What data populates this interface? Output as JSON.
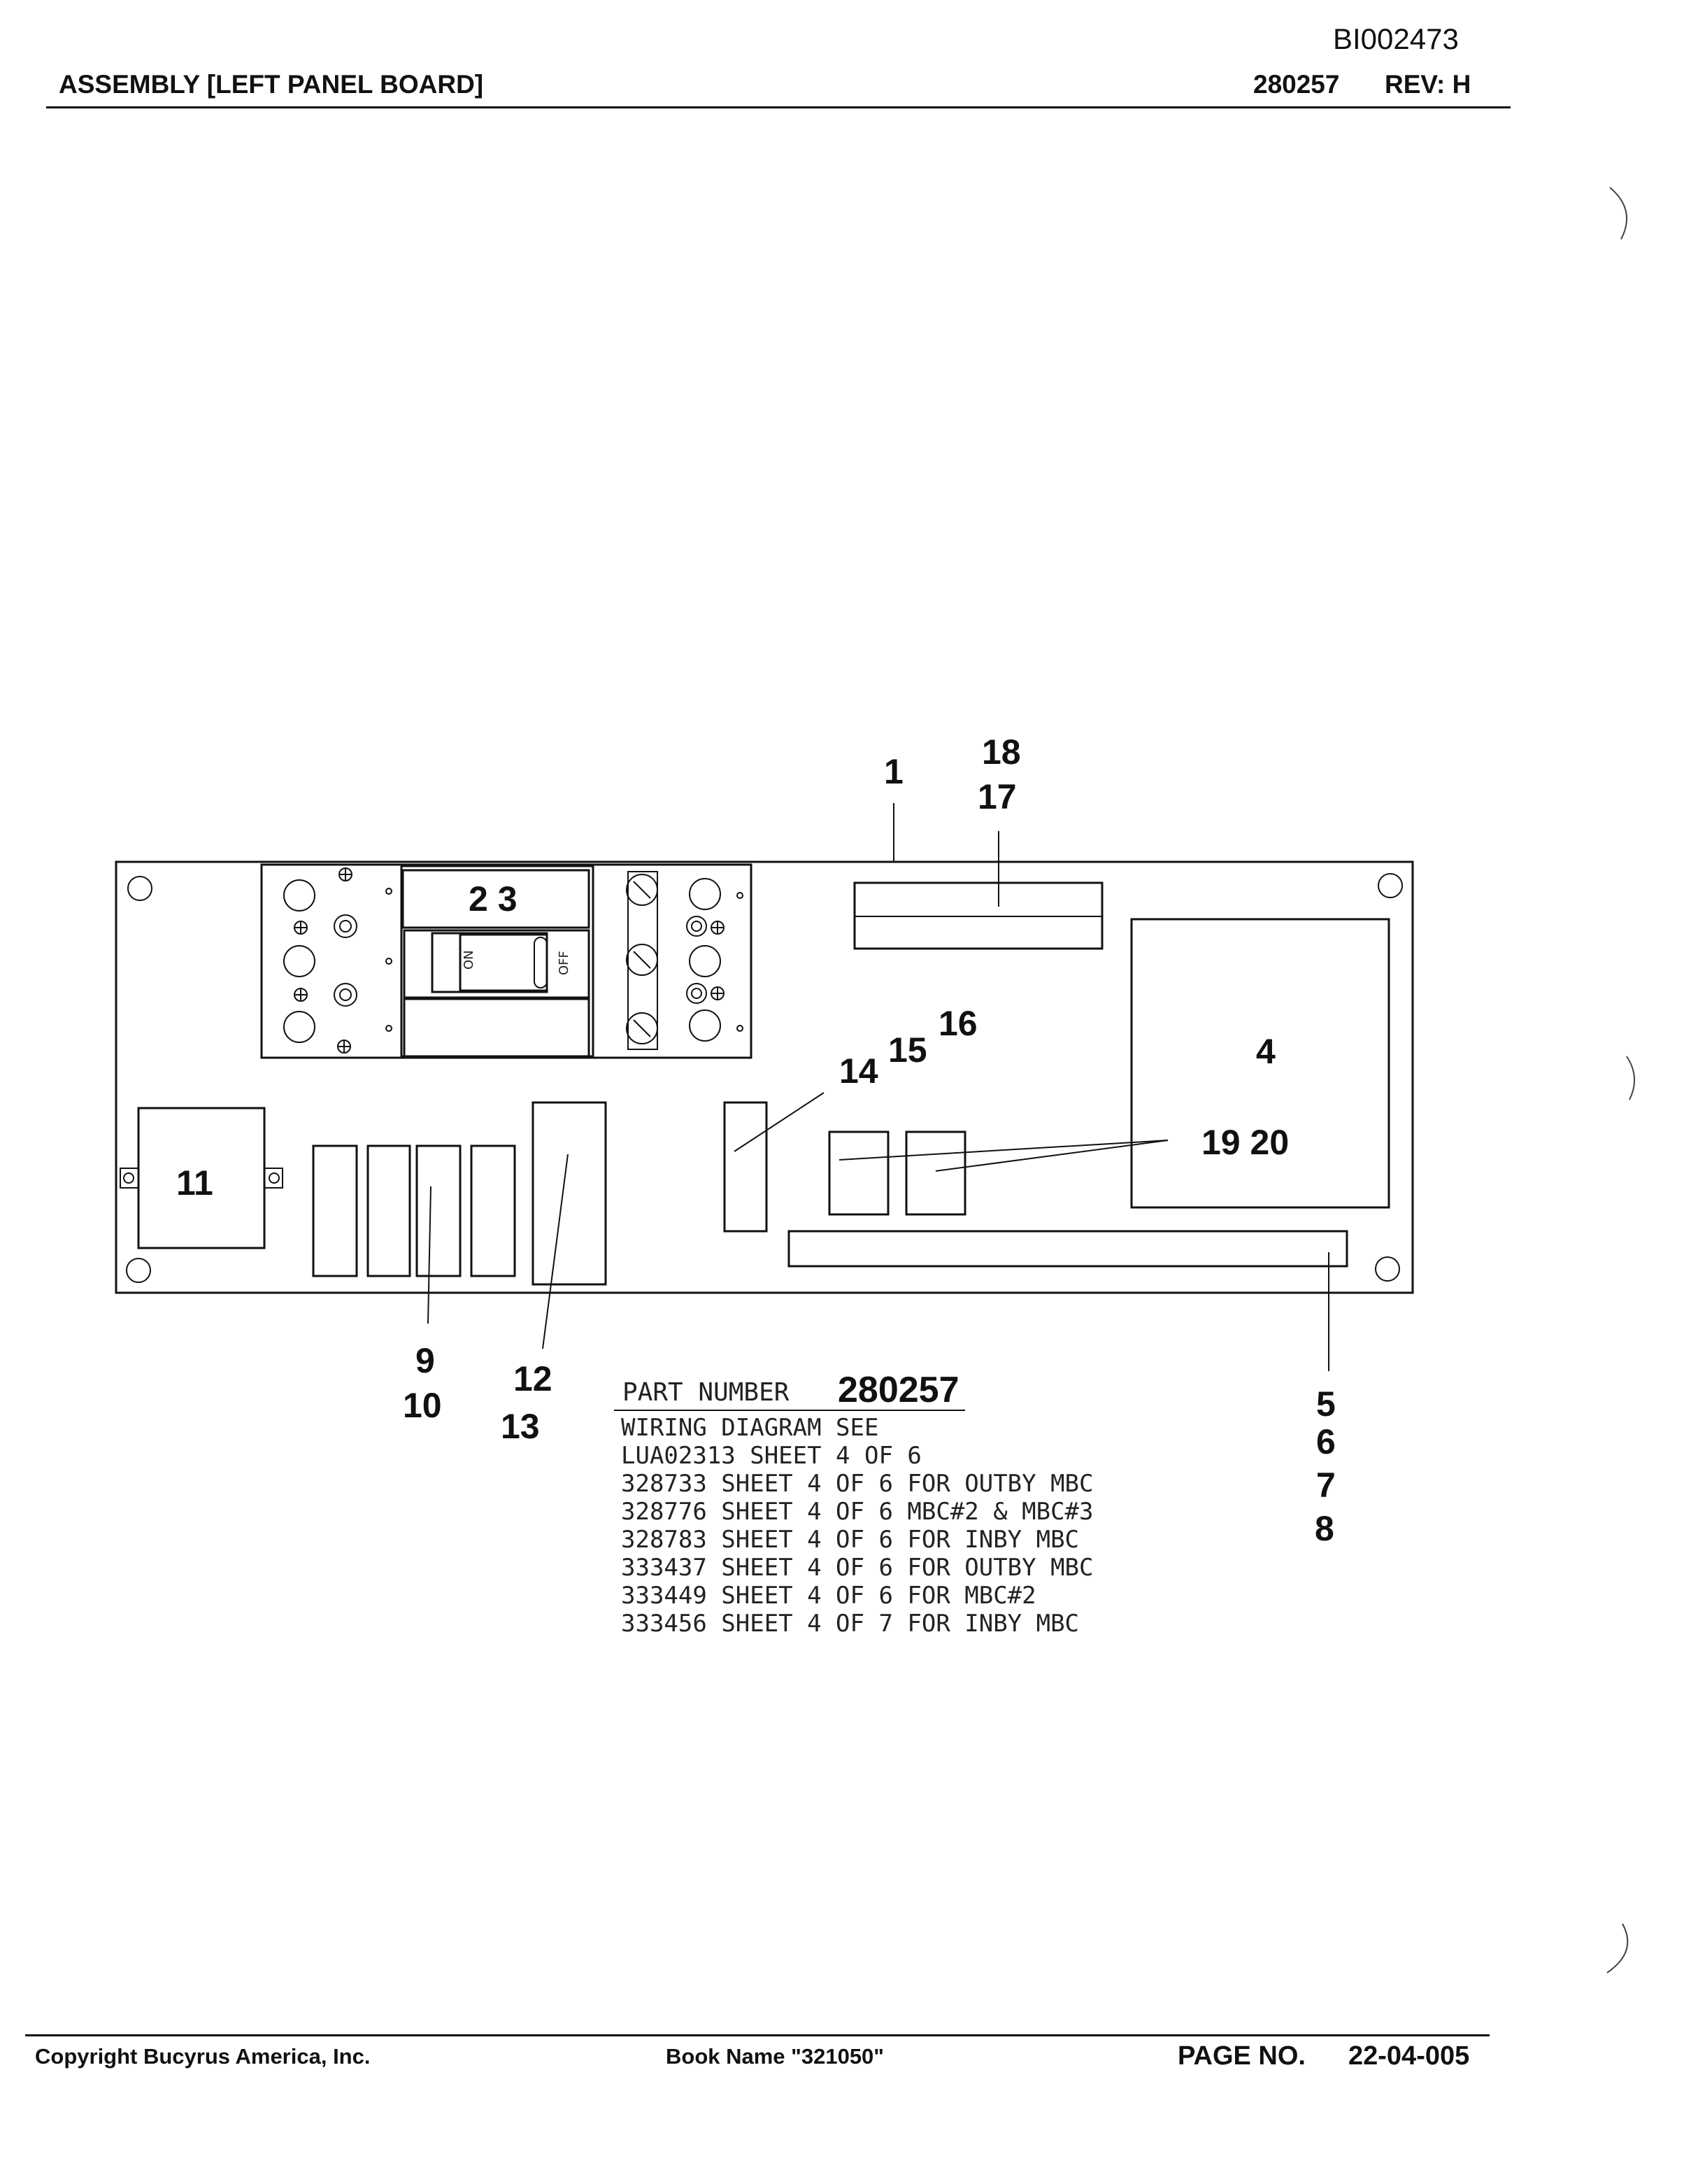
{
  "header": {
    "doc_id": "BI002473",
    "title": "ASSEMBLY [LEFT PANEL BOARD]",
    "part_number": "280257",
    "rev": "REV:  H"
  },
  "breaker": {
    "label": "2 3",
    "on_label": "ON",
    "off_label": "OFF"
  },
  "callouts": {
    "c1": "1",
    "c18": "18",
    "c17": "17",
    "c4": "4",
    "c14": "14",
    "c15": "15",
    "c16": "16",
    "c19_20": "19 20",
    "c11": "11",
    "c9": "9",
    "c10": "10",
    "c12": "12",
    "c13": "13",
    "c5": "5",
    "c6": "6",
    "c7": "7",
    "c8": "8"
  },
  "notes": {
    "part_number_label": "PART NUMBER",
    "part_number_value": "280257",
    "lines": [
      "WIRING DIAGRAM SEE",
      "LUA02313 SHEET 4 OF 6",
      "328733 SHEET 4 OF 6 FOR OUTBY MBC",
      "328776 SHEET 4 OF 6 MBC#2 & MBC#3",
      "328783 SHEET 4 OF 6 FOR INBY MBC",
      "333437 SHEET 4 OF 6 FOR OUTBY MBC",
      "333449 SHEET 4 OF 6 FOR MBC#2",
      "333456 SHEET 4 OF 7 FOR INBY MBC"
    ]
  },
  "footer": {
    "copyright": "Copyright Bucyrus America, Inc.",
    "book_name": "Book Name \"321050\"",
    "page_label": "PAGE NO.",
    "page_number": "22-04-005"
  }
}
